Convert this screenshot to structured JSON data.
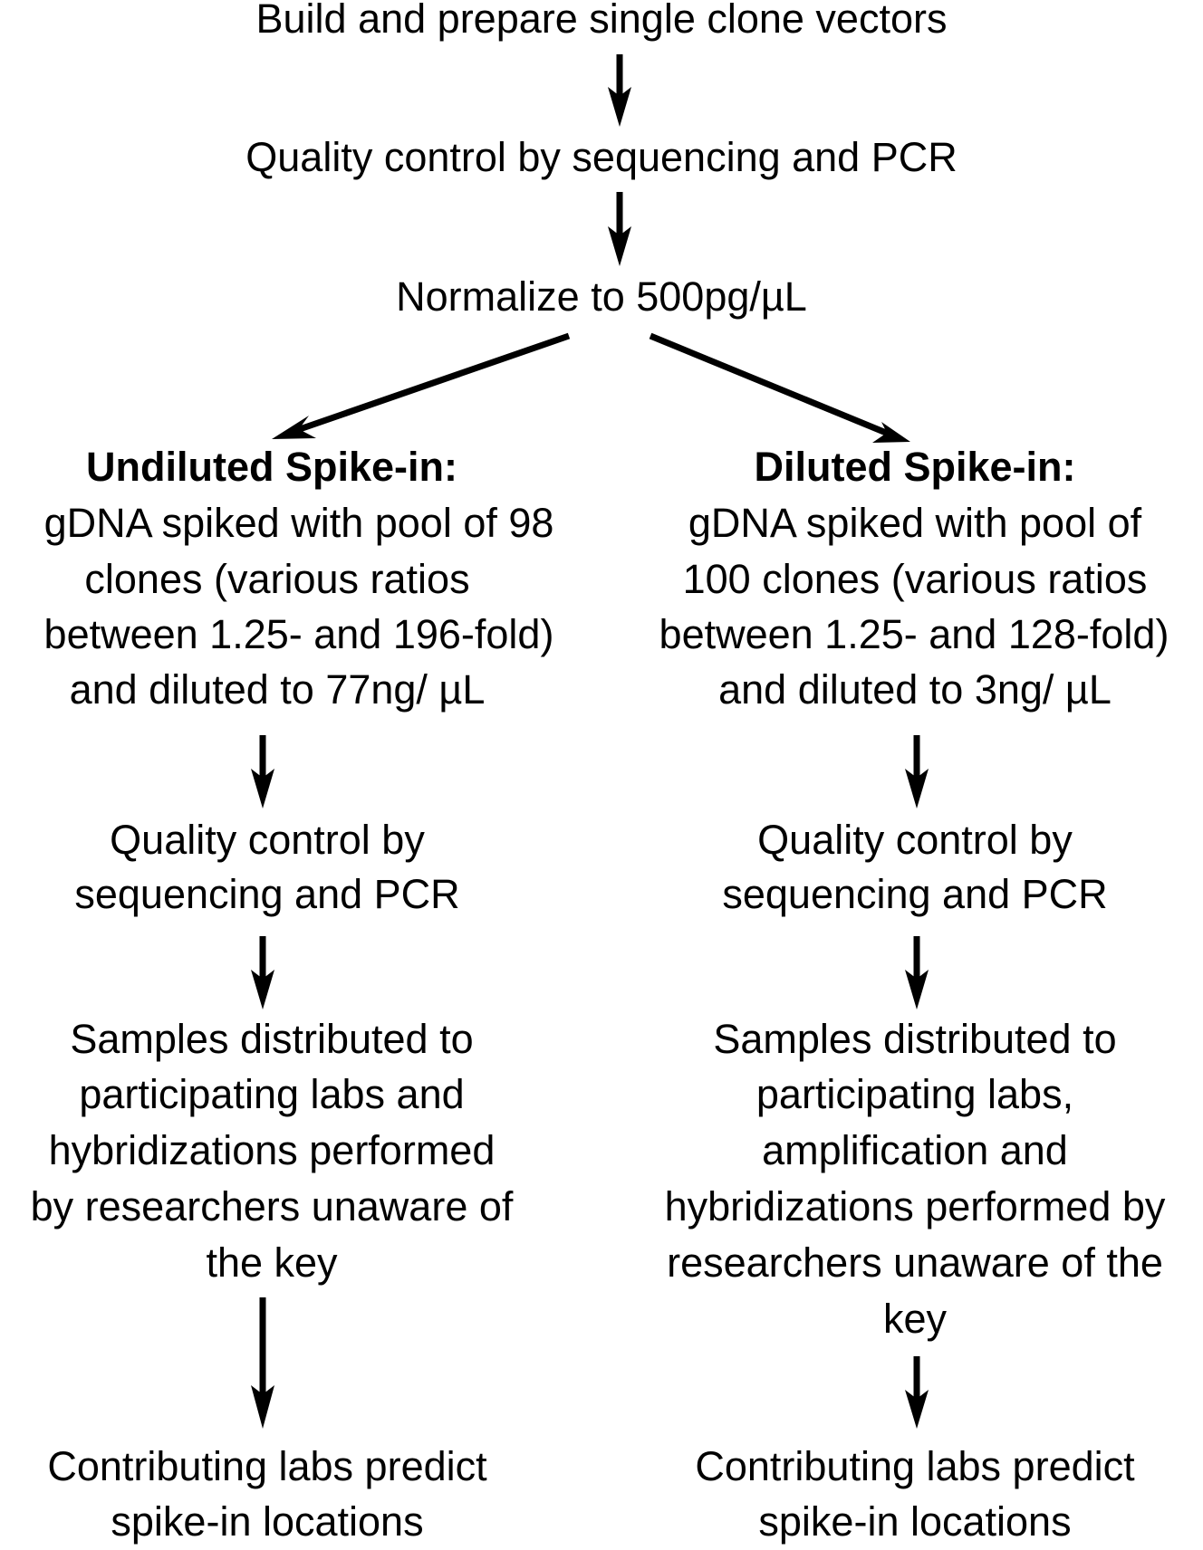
{
  "top": {
    "step1": "Build and prepare single clone vectors",
    "step2": "Quality control by sequencing and PCR",
    "step3": "Normalize to 500pg/µL"
  },
  "left": {
    "heading": "Undiluted Spike-in:",
    "desc": [
      "gDNA spiked with pool of 98",
      "clones (various ratios",
      "between 1.25- and 196-fold)",
      "and diluted to 77ng/ µL"
    ],
    "qc": [
      "Quality control by",
      "sequencing and PCR"
    ],
    "distribute": [
      "Samples distributed to",
      "participating labs and",
      "hybridizations performed",
      "by researchers unaware of",
      "the key"
    ],
    "predict": [
      "Contributing labs predict",
      "spike-in locations"
    ]
  },
  "right": {
    "heading": "Diluted Spike-in:",
    "desc": [
      "gDNA spiked with pool of",
      "100 clones (various ratios",
      "between 1.25- and 128-fold)",
      "and diluted to 3ng/ µL"
    ],
    "qc": [
      "Quality control by",
      "sequencing and PCR"
    ],
    "distribute": [
      "Samples distributed to",
      "participating labs,",
      "amplification and",
      "hybridizations performed by",
      "researchers unaware of the",
      "key"
    ],
    "predict": [
      "Contributing labs predict",
      "spike-in locations"
    ]
  }
}
